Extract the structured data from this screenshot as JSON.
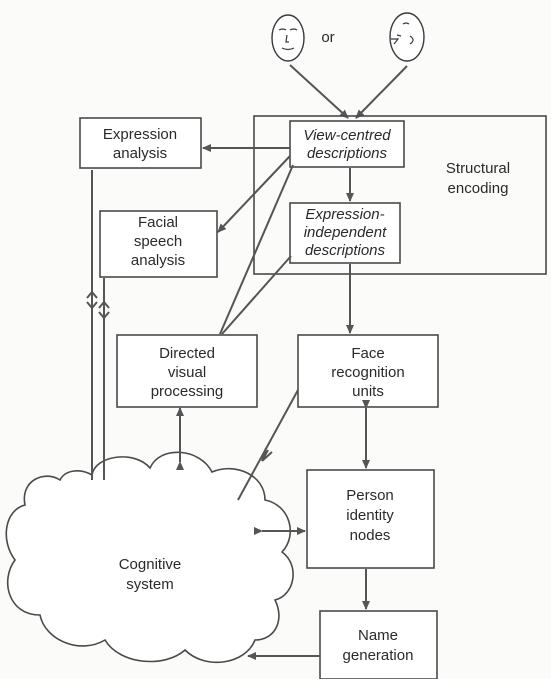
{
  "diagram": {
    "top_connector": "or",
    "nodes": {
      "structural_encoding": [
        "Structural",
        "encoding"
      ],
      "view_centred": [
        "View-centred",
        "descriptions"
      ],
      "expression_independent": [
        "Expression-",
        "independent",
        "descriptions"
      ],
      "expression_analysis": [
        "Expression",
        "analysis"
      ],
      "facial_speech": [
        "Facial",
        "speech",
        "analysis"
      ],
      "directed_visual": [
        "Directed",
        "visual",
        "processing"
      ],
      "face_recognition": [
        "Face",
        "recognition",
        "units"
      ],
      "person_identity": [
        "Person",
        "identity",
        "nodes"
      ],
      "cognitive_system": [
        "Cognitive",
        "system"
      ],
      "name_generation": [
        "Name",
        "generation"
      ]
    },
    "icons": {
      "front_face": "front-face-icon",
      "profile_face": "profile-face-icon"
    },
    "colors": {
      "line": "#555555",
      "box_stroke": "#4a4a4a",
      "text": "#2a2a2a"
    }
  }
}
